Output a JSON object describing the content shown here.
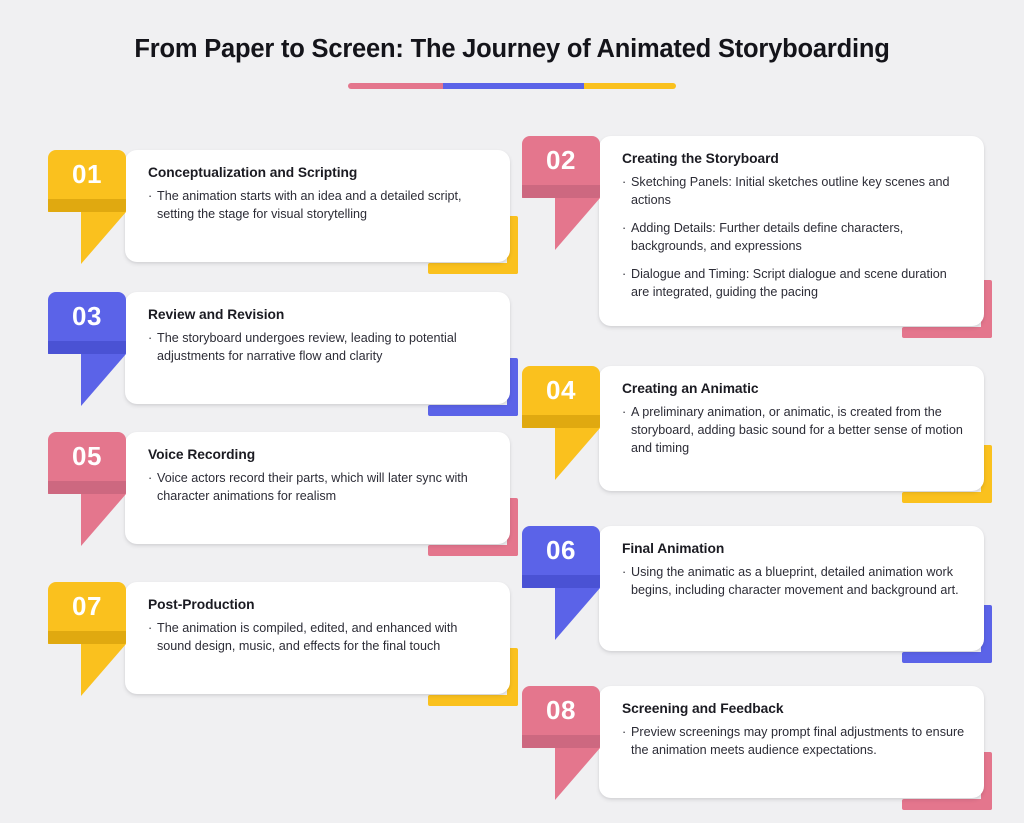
{
  "header": {
    "title": "From Paper to Screen: The Journey of Animated Storyboarding",
    "divider_colors": [
      "#e4768d",
      "#5b63e8",
      "#fac11e"
    ]
  },
  "theme": {
    "background": "#f0f0f2",
    "card_background": "#ffffff",
    "title_color": "#14141a",
    "body_color": "#2c2c36",
    "yellow": "#fac11e",
    "yellow_shade": "#e0a910",
    "pink": "#e4768d",
    "pink_shade": "#cd6880",
    "blue": "#5b63e8",
    "blue_shade": "#4a52d4",
    "bullet_glyph": "·"
  },
  "steps": [
    {
      "number": "01",
      "title": "Conceptualization and Scripting",
      "color": "#fac11e",
      "shade": "#e0a910",
      "column": "left",
      "bullets": [
        "The animation starts with an idea and a detailed script, setting the stage for visual storytelling"
      ]
    },
    {
      "number": "02",
      "title": "Creating the Storyboard",
      "color": "#e4768d",
      "shade": "#cd6880",
      "column": "right",
      "bullets": [
        "Sketching Panels: Initial sketches outline key scenes and actions",
        "Adding Details: Further details define characters, backgrounds, and expressions",
        "Dialogue and Timing: Script dialogue and scene duration are integrated, guiding the pacing"
      ]
    },
    {
      "number": "03",
      "title": "Review and Revision",
      "color": "#5b63e8",
      "shade": "#4a52d4",
      "column": "left",
      "bullets": [
        "The storyboard undergoes review, leading to potential adjustments for narrative flow and clarity"
      ]
    },
    {
      "number": "04",
      "title": "Creating an Animatic",
      "color": "#fac11e",
      "shade": "#e0a910",
      "column": "right",
      "bullets": [
        "A preliminary animation, or animatic, is created from the storyboard, adding basic sound for a better sense of motion and timing"
      ]
    },
    {
      "number": "05",
      "title": "Voice Recording",
      "color": "#e4768d",
      "shade": "#cd6880",
      "column": "left",
      "bullets": [
        "Voice actors record their parts, which will later sync with character animations for realism"
      ]
    },
    {
      "number": "06",
      "title": "Final Animation",
      "color": "#5b63e8",
      "shade": "#4a52d4",
      "column": "right",
      "bullets": [
        "Using the animatic as a blueprint, detailed animation work begins, including character movement and background art."
      ]
    },
    {
      "number": "07",
      "title": "Post-Production",
      "color": "#fac11e",
      "shade": "#e0a910",
      "column": "left",
      "bullets": [
        "The animation is compiled, edited, and enhanced with sound design, music, and effects for the final touch"
      ]
    },
    {
      "number": "08",
      "title": "Screening and Feedback",
      "color": "#e4768d",
      "shade": "#cd6880",
      "column": "right",
      "bullets": [
        "Preview screenings may prompt final adjustments to ensure the animation meets audience expectations."
      ]
    }
  ],
  "layout": {
    "left_card_tops": [
      150,
      292,
      432,
      582
    ],
    "left_card_heights": [
      112,
      112,
      112,
      112
    ],
    "right_card_tops": [
      136,
      366,
      526,
      686
    ],
    "right_card_heights": [
      190,
      125,
      125,
      112
    ]
  }
}
